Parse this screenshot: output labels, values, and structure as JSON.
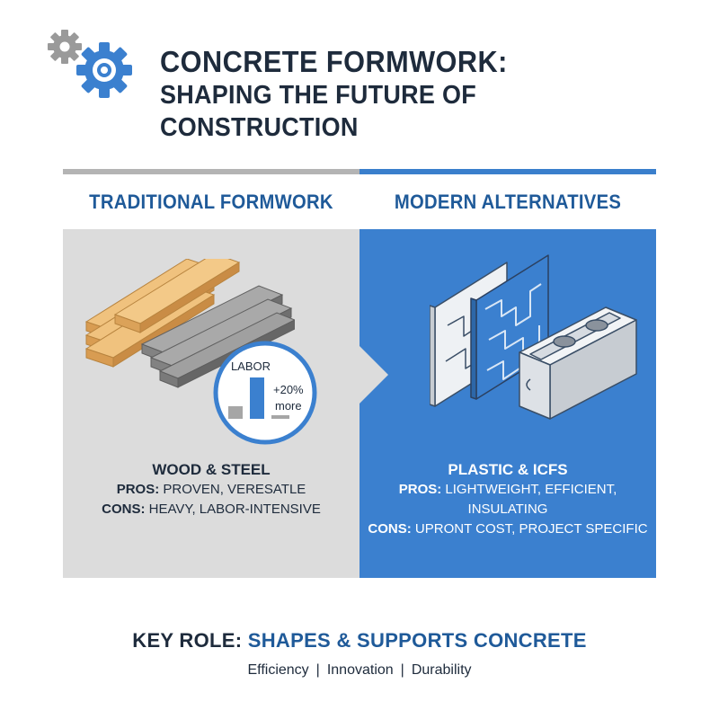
{
  "header": {
    "title_line1": "CONCRETE FORMWORK:",
    "title_line2": "SHAPING THE FUTURE OF CONSTRUCTION",
    "icon": "gears-icon"
  },
  "colors": {
    "accent_blue": "#3b80cf",
    "heading_blue": "#1f5a99",
    "panel_gray": "#dcdcdc",
    "dark_text": "#1e2b3c",
    "wood": "#e8b46a",
    "steel": "#8e8e8e"
  },
  "traditional": {
    "heading": "TRADITIONAL FORMWORK",
    "material": "WOOD & STEEL",
    "pros_label": "PROS:",
    "pros": "PROVEN, VERESATLE",
    "cons_label": "CONS:",
    "cons": "HEAVY, LABOR-INTENSIVE",
    "labor_chart": {
      "label": "LABOR",
      "delta": "+20%",
      "delta_note": "more",
      "bars": [
        {
          "series": "traditional",
          "relative_value": 0.3
        },
        {
          "series": "modern",
          "relative_value": 1.0
        },
        {
          "series": "baseline",
          "relative_value": 0.08
        }
      ]
    }
  },
  "modern": {
    "heading": "MODERN ALTERNATIVES",
    "material": "PLASTIC & ICFS",
    "pros_label": "PROS:",
    "pros": "LIGHTWEIGHT, EFFICIENT, INSULATING",
    "cons_label": "CONS:",
    "cons": "UPRONT COST, PROJECT SPECIFIC"
  },
  "footer": {
    "key_label": "KEY ROLE:",
    "key_value": "SHAPES & SUPPORTS CONCRETE",
    "values": [
      "Efficiency",
      "Innovation",
      "Durability"
    ],
    "separator": "|"
  }
}
